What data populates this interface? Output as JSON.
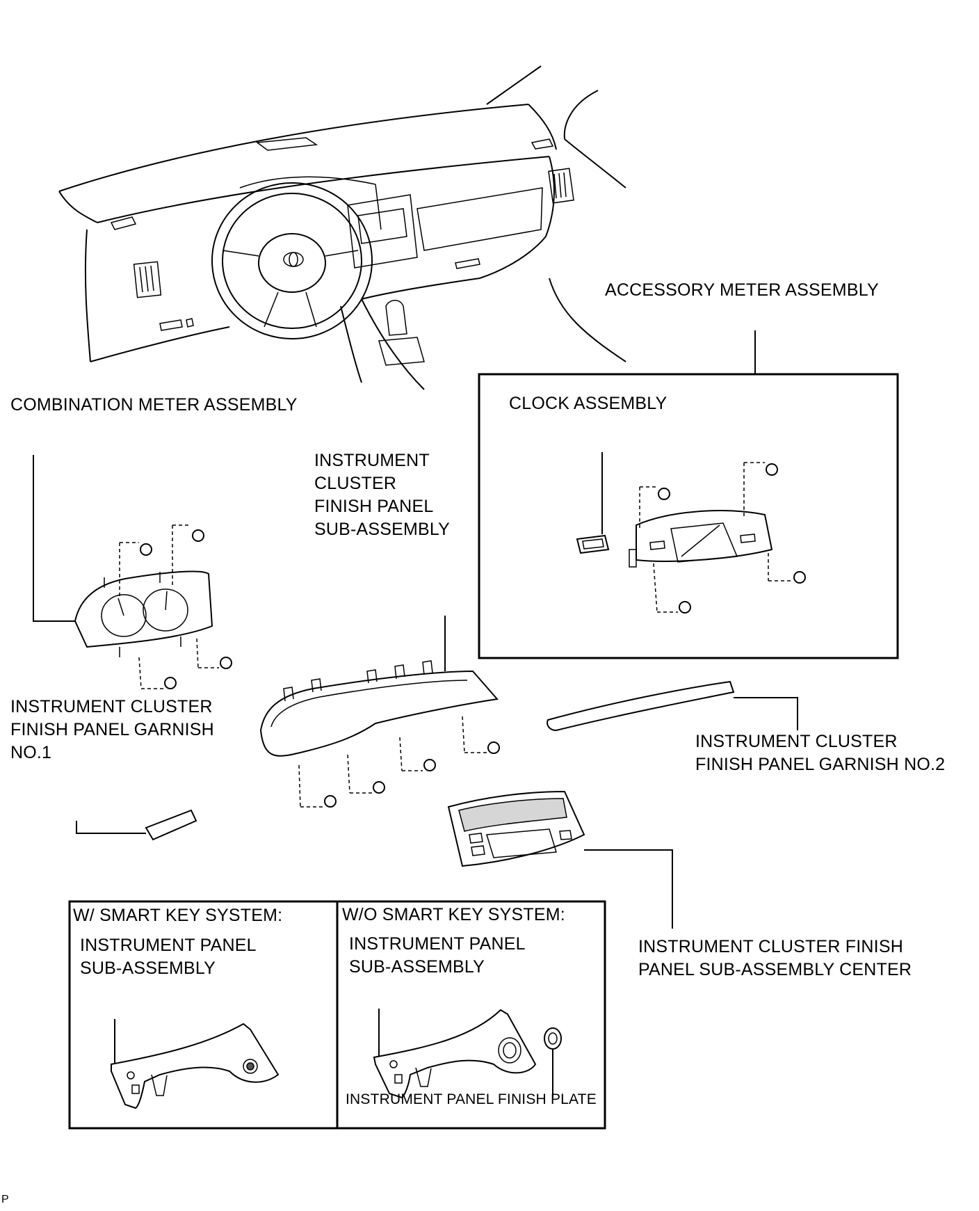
{
  "labels": {
    "accessory_meter": "ACCESSORY METER ASSEMBLY",
    "combination_meter": "COMBINATION METER ASSEMBLY",
    "clock": "CLOCK ASSEMBLY",
    "cluster_finish_panel": "INSTRUMENT\nCLUSTER\nFINISH PANEL\nSUB-ASSEMBLY",
    "garnish_no1": "INSTRUMENT CLUSTER\nFINISH PANEL GARNISH\nNO.1",
    "garnish_no2": "INSTRUMENT CLUSTER\nFINISH PANEL GARNISH NO.2",
    "finish_panel_center": "INSTRUMENT CLUSTER FINISH\nPANEL SUB-ASSEMBLY CENTER",
    "w_smart_key": "W/ SMART KEY SYSTEM:",
    "wo_smart_key": "W/O SMART KEY SYSTEM:",
    "instrument_panel_w": "INSTRUMENT PANEL\nSUB-ASSEMBLY",
    "instrument_panel_wo": "INSTRUMENT PANEL\nSUB-ASSEMBLY",
    "finish_plate": "INSTRUMENT PANEL FINISH PLATE",
    "corner_mark": "P"
  }
}
